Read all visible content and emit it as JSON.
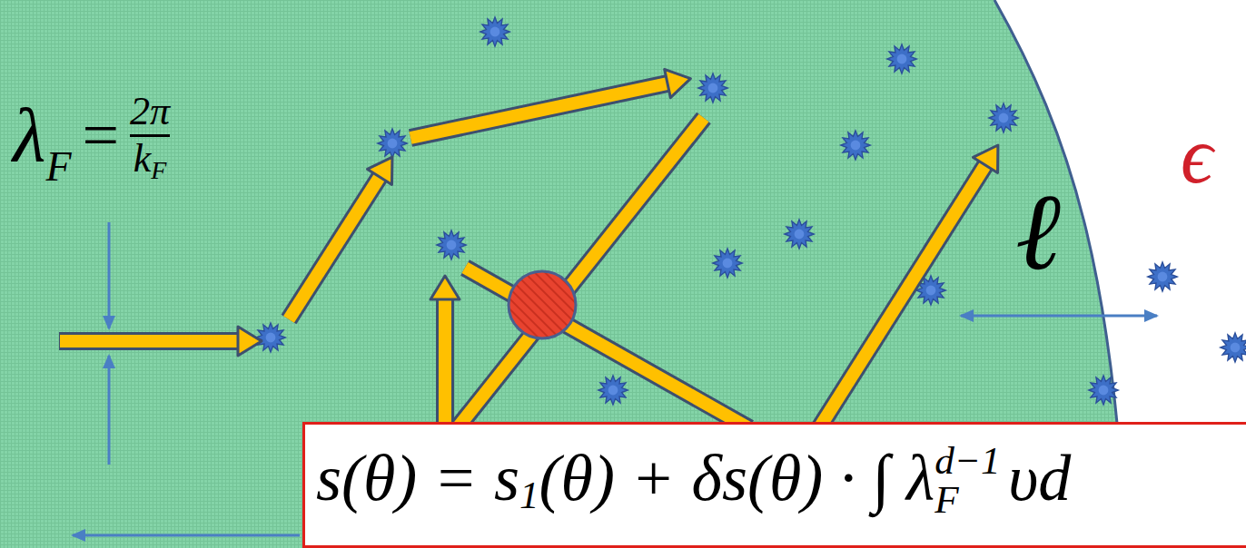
{
  "diagram": {
    "nodes": [
      {
        "text": [
          "s(θ) = s",
          "1",
          "(θ) + δs(θ) · ∫ λ",
          "F",
          "d−1",
          "υd"
        ]
      }
    ],
    "labels": [
      "λ",
      "F",
      "=",
      "2π",
      "k",
      "F",
      "ℓ",
      "ϵ"
    ]
  }
}
